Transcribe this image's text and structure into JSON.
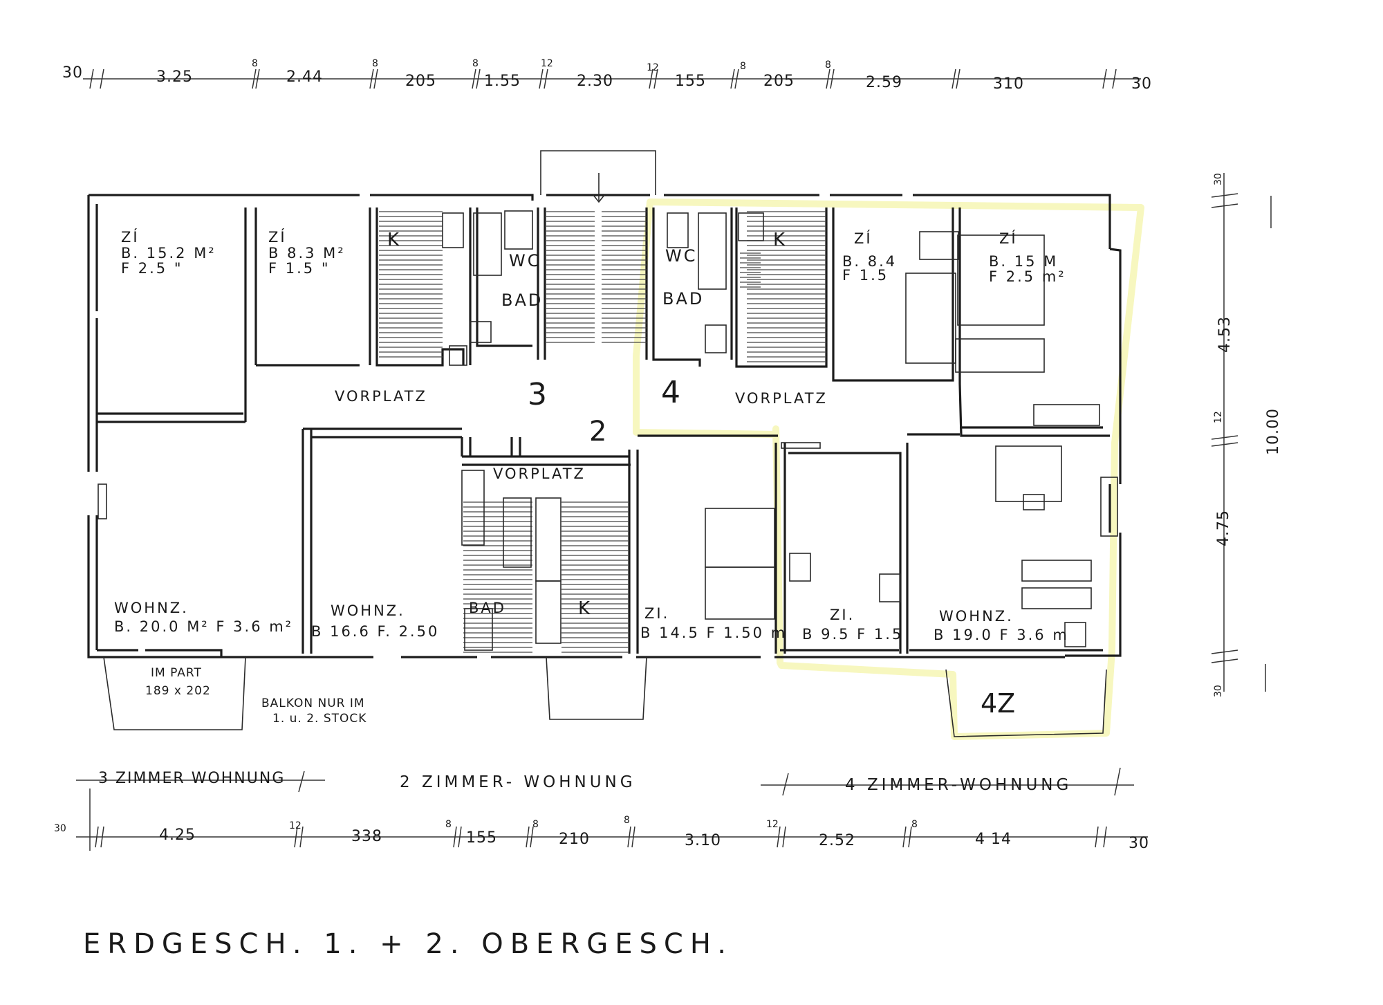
{
  "title": "ERDGESCH. 1. + 2. OBERGESCH.",
  "highlight_color": "#f0f08a",
  "dimensions_top": [
    "30",
    "3.25",
    "8",
    "2.44",
    "8",
    "205",
    "8",
    "1.55",
    "12",
    "2.30",
    "12",
    "155",
    "8",
    "205",
    "8",
    "2.59",
    "310",
    "30"
  ],
  "dimensions_bottom": [
    "30",
    "4.25",
    "12",
    "338",
    "8",
    "155",
    "8",
    "210",
    "8",
    "3.10",
    "12",
    "2.52",
    "8",
    "4 14",
    "30"
  ],
  "dimensions_right": [
    "30",
    "4.53",
    "12",
    "10.00",
    "4.75",
    "30"
  ],
  "apartments": {
    "a3": "3 ZIMMER WOHNUNG",
    "a2": "2 ZIMMER- WOHNUNG",
    "a4": "4 ZIMMER-WOHNUNG"
  },
  "stair_numbers": [
    "3",
    "4",
    "2"
  ],
  "rooms": {
    "zi1": {
      "name": "ZÍ",
      "b": "B. 15.2 M²",
      "f": "F      2.5  \""
    },
    "zi2": {
      "name": "ZÍ",
      "b": "B  8.3  M²",
      "f": "F  1.5  \""
    },
    "k1": "K",
    "wc1": "WC",
    "bad1": "BAD",
    "wc2": "WC",
    "bad2": "BAD",
    "k2": "K",
    "zi3": {
      "name": "ZÍ",
      "b": "B. 8.4",
      "f": "F  1.5"
    },
    "zi4": {
      "name": "ZÍ",
      "b": "B. 15   M",
      "f": "F    2.5  m²"
    },
    "vorplatz1": "VORPLATZ",
    "vorplatz2": "VORPLATZ",
    "vorplatz3": "VORPLATZ",
    "wohnz1": {
      "name": "WOHNZ.",
      "bf": "B. 20.0  M²  F  3.6 m²"
    },
    "wohnz2": {
      "name": "WOHNZ.",
      "bf": "B  16.6  F. 2.50"
    },
    "bad3": "BAD",
    "k3": "K",
    "zi5": {
      "name": "ZI.",
      "bf": "B 14.5  F 1.50  m"
    },
    "zi6": {
      "name": "ZI.",
      "bf": "B  9.5  F 1.5"
    },
    "wohnz3": {
      "name": "WOHNZ.",
      "bf": "B  19.0   F 3.6   m"
    }
  },
  "notes": {
    "im_part": "IM PART",
    "im_part_size": "189 x 202",
    "balkon1": "BALKON NUR IM",
    "balkon2": "1. u. 2. STOCK",
    "balcony_mark": "4Z"
  }
}
